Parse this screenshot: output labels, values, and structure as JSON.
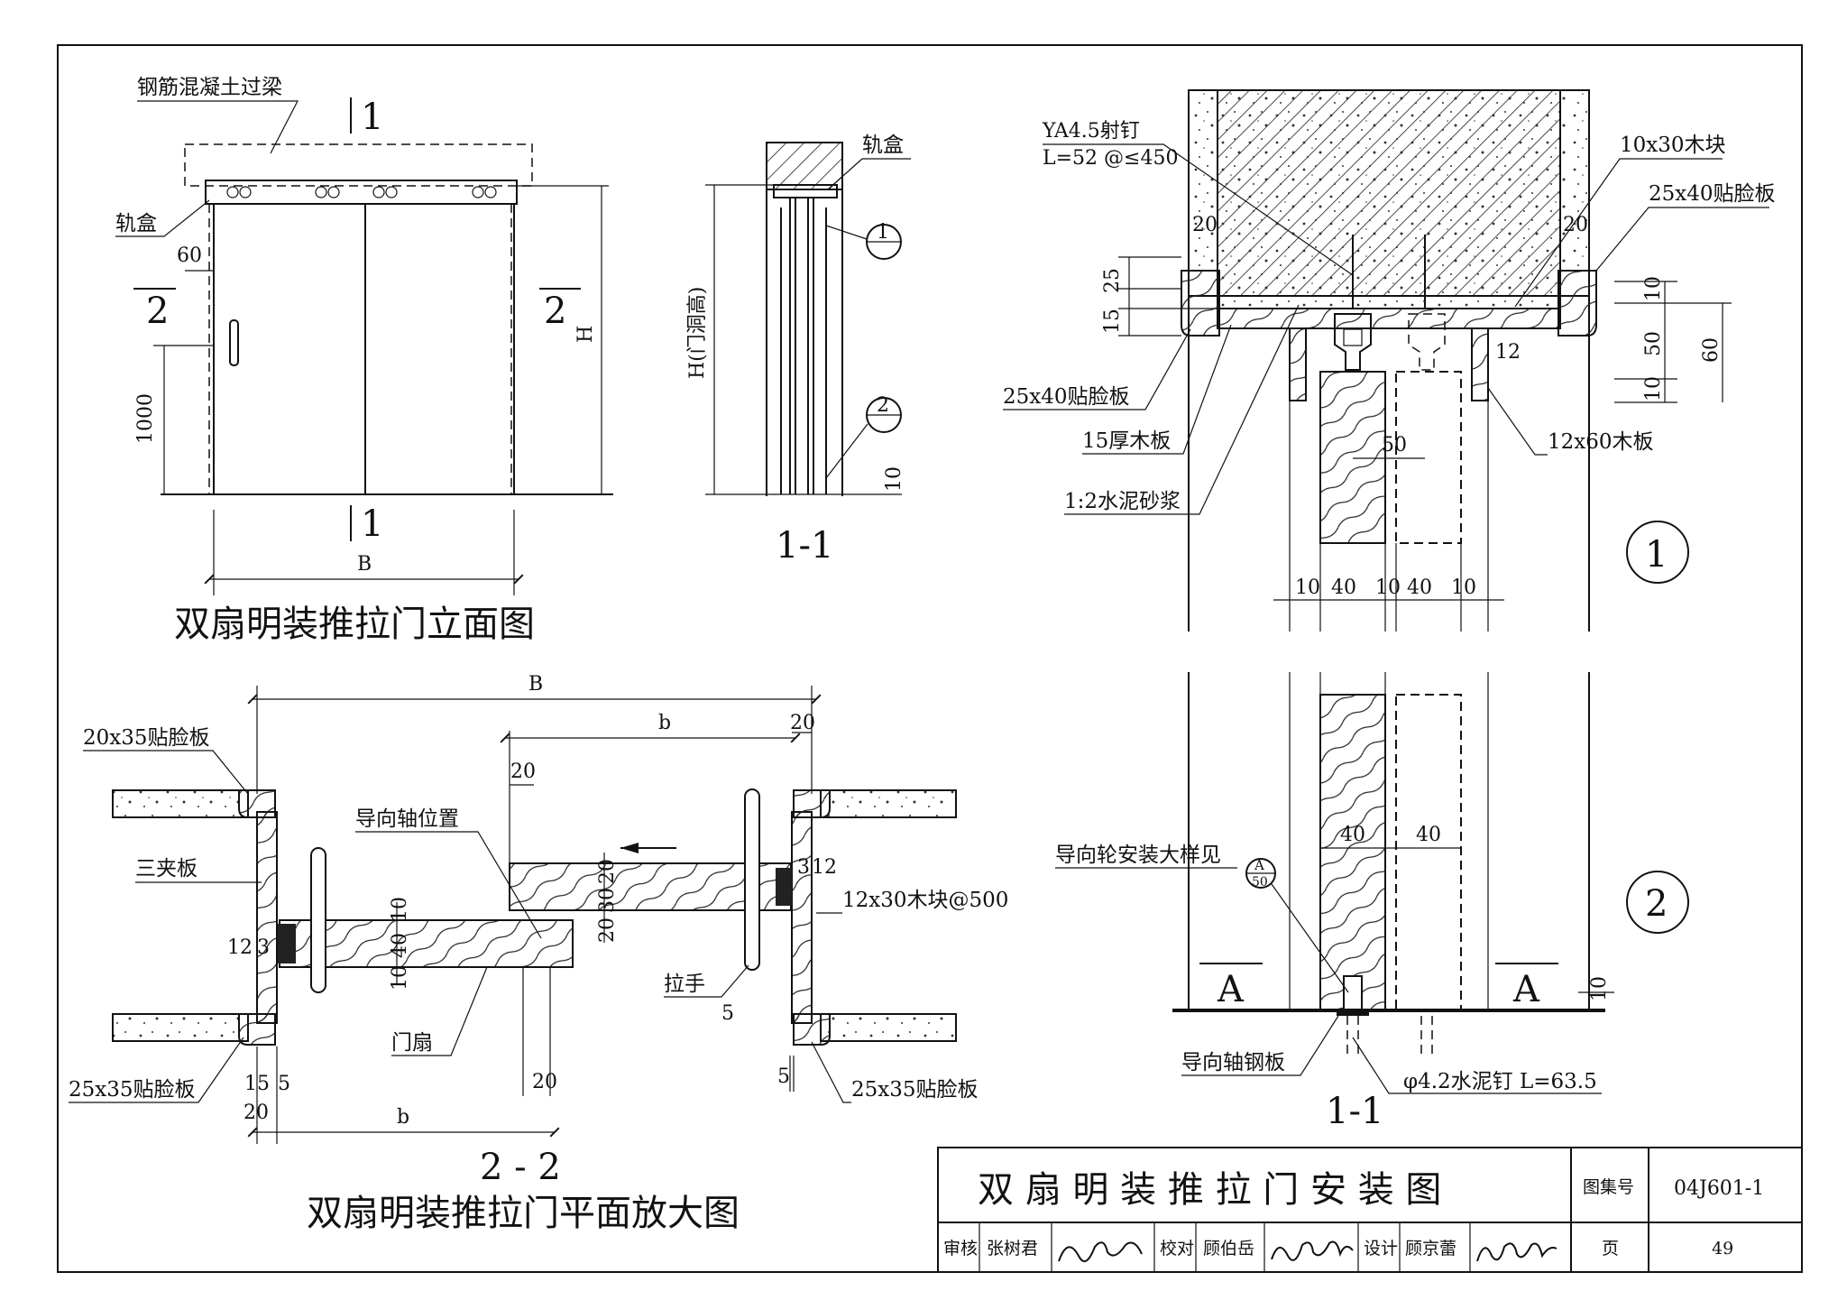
{
  "elevation": {
    "title": "双扇明装推拉门立面图",
    "lintel_label": "钢筋混凝土过梁",
    "track_box_label": "轨盒",
    "section_mark": "1",
    "section_2_mark": "2",
    "dim_60": "60",
    "dim_1000": "1000",
    "dim_H": "H",
    "dim_B": "B"
  },
  "section_small": {
    "title": "1-1",
    "track_box_label": "轨盒",
    "height_label": "H(门洞高)",
    "detail_1": "1",
    "detail_2": "2",
    "dim_10": "10"
  },
  "detail1": {
    "number": "1",
    "nail_label_1": "YA4.5射钉",
    "nail_label_2": "L=52 @≤450",
    "wood_block": "10x30木块",
    "trim_right": "25x40贴脸板",
    "trim_left": "25x40贴脸板",
    "board_15": "15厚木板",
    "mortar": "1:2水泥砂浆",
    "board_12x60": "12x60木板",
    "dim_20_left": "20",
    "dim_20_right": "20",
    "dim_15": "15",
    "dim_25": "25",
    "dim_10_a": "10",
    "dim_50_v": "50",
    "dim_10_b": "10",
    "dim_60_v": "60",
    "dim_12": "12",
    "dim_50_h": "50",
    "bottom_dims": [
      "10",
      "40",
      "10",
      "40",
      "10"
    ]
  },
  "detail2": {
    "number": "2",
    "title": "1-1",
    "guide_wheel_label": "导向轮安装大样见",
    "ref_top": "A",
    "ref_bottom": "50",
    "dim_40_a": "40",
    "dim_40_b": "40",
    "mark_A_left": "A",
    "mark_A_right": "A",
    "dim_10": "10",
    "steel_plate": "导向轴钢板",
    "nail": "φ4.2水泥钉 L=63.5"
  },
  "plan": {
    "title_num": "2 - 2",
    "title": "双扇明装推拉门平面放大图",
    "dim_B": "B",
    "dim_b_top": "b",
    "dim_b_bottom": "b",
    "dim_20_top_right": "20",
    "dim_20_door": "20",
    "trim_20x35": "20x35贴脸板",
    "plywood": "三夹板",
    "guide_axis": "导向轴位置",
    "wood_block": "12x30木块@500",
    "handle": "拉手",
    "door_leaf": "门扇",
    "trim_25x35_left": "25x35贴脸板",
    "trim_25x35_right": "25x35贴脸板",
    "dims_left": [
      "12",
      "3"
    ],
    "dims_right": [
      "3",
      "12"
    ],
    "dims_door": [
      "10",
      "40",
      "10"
    ],
    "dims_door2": [
      "20",
      "30",
      "20"
    ],
    "dim_20_bottom": "20",
    "dim_15": "15",
    "dim_5": "5",
    "dim_20_b2": "20",
    "dim_5_right": "5",
    "dim_5_handle": "5"
  },
  "title_block": {
    "title": "双 扇 明 装 推 拉 门 安 装 图",
    "atlas_label": "图集号",
    "atlas_no": "04J601-1",
    "review_label": "审核",
    "reviewer": "张树君",
    "check_label": "校对",
    "checker": "顾伯岳",
    "design_label": "设计",
    "designer": "顾京蕾",
    "page_label": "页",
    "page_no": "49"
  }
}
